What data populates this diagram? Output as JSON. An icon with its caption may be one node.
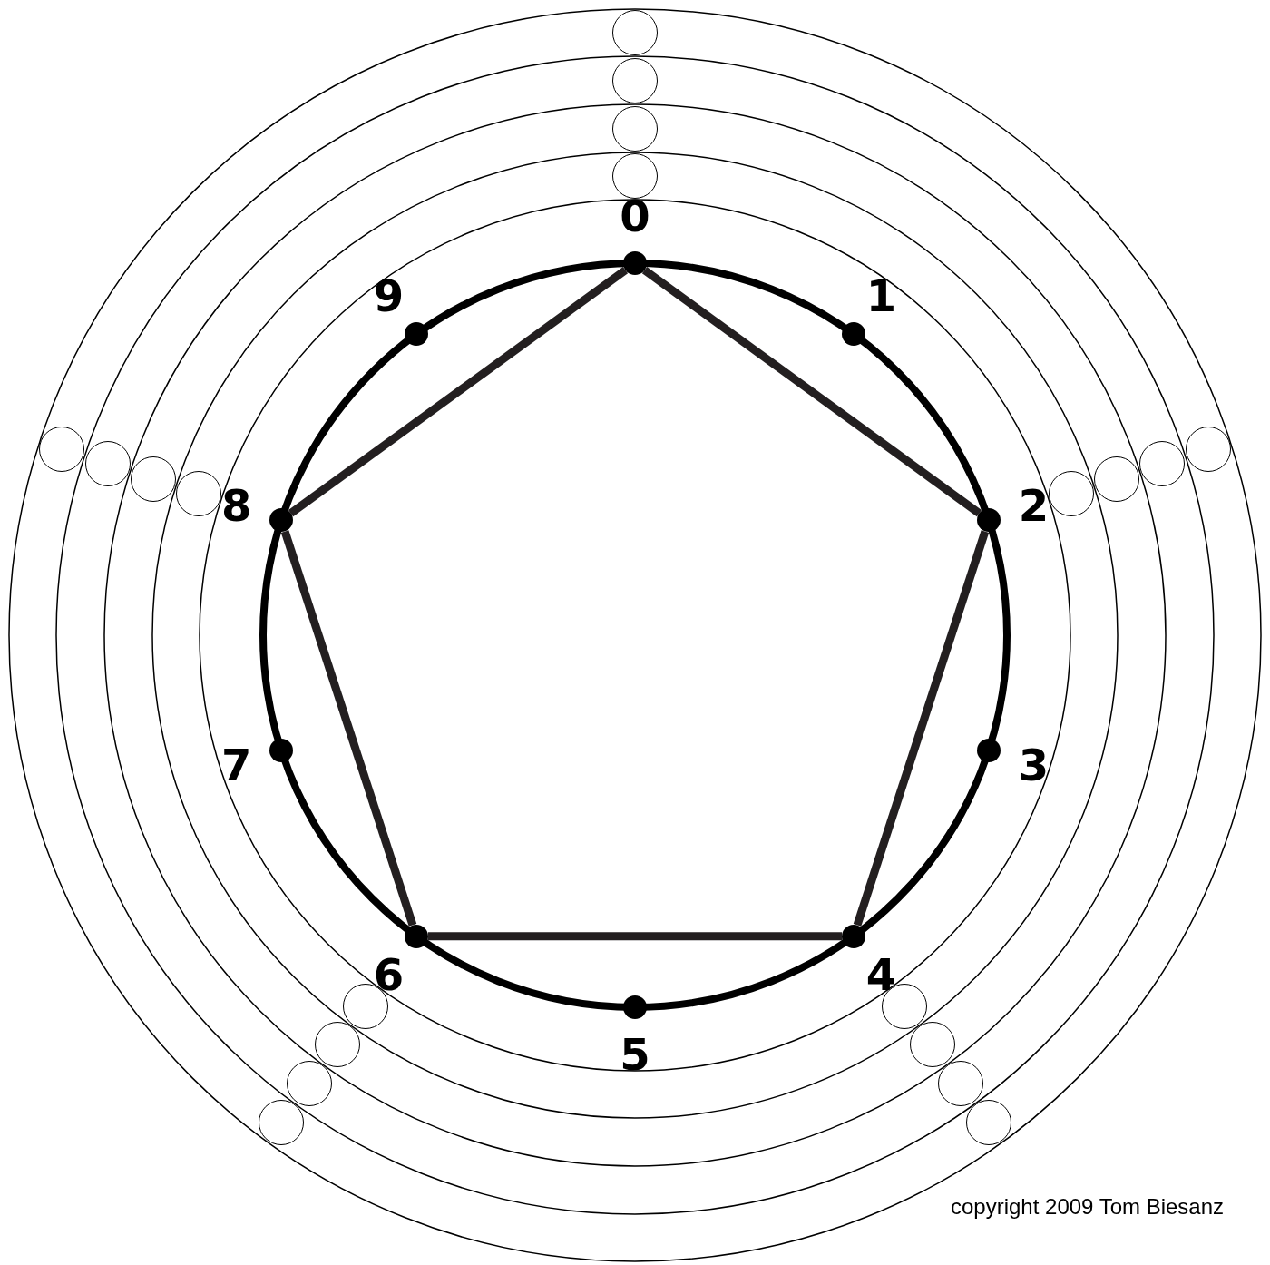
{
  "diagram": {
    "nodes": [
      {
        "text": [],
        "shape": "circle",
        "beside": [
          "0"
        ]
      },
      {
        "text": [],
        "shape": "circle",
        "beside": [
          "1"
        ]
      },
      {
        "text": [],
        "shape": "circle",
        "beside": [
          "2"
        ]
      },
      {
        "text": [],
        "shape": "circle",
        "beside": [
          "3"
        ]
      },
      {
        "text": [],
        "shape": "circle",
        "beside": [
          "4"
        ]
      },
      {
        "text": [],
        "shape": "circle",
        "beside": [
          "5"
        ]
      },
      {
        "text": [],
        "shape": "circle",
        "beside": [
          "6"
        ]
      },
      {
        "text": [],
        "shape": "circle",
        "beside": [
          "7"
        ]
      },
      {
        "text": [],
        "shape": "circle",
        "beside": [
          "8"
        ]
      },
      {
        "text": [],
        "shape": "circle",
        "beside": [
          "9"
        ]
      },
      {
        "text": [],
        "shape": "circle"
      },
      {
        "text": [],
        "shape": "circle"
      },
      {
        "text": [],
        "shape": "circle"
      },
      {
        "text": [],
        "shape": "circle"
      },
      {
        "text": [],
        "shape": "circle"
      },
      {
        "text": [],
        "shape": "circle"
      },
      {
        "text": [],
        "shape": "circle"
      },
      {
        "text": [],
        "shape": "circle"
      },
      {
        "text": [],
        "shape": "circle"
      },
      {
        "text": [],
        "shape": "circle"
      },
      {
        "text": [],
        "shape": "circle"
      },
      {
        "text": [],
        "shape": "circle"
      },
      {
        "text": [],
        "shape": "circle"
      },
      {
        "text": [],
        "shape": "circle"
      },
      {
        "text": [],
        "shape": "circle"
      },
      {
        "text": [],
        "shape": "circle"
      },
      {
        "text": [],
        "shape": "circle"
      },
      {
        "text": [],
        "shape": "circle"
      },
      {
        "text": [],
        "shape": "circle"
      },
      {
        "text": [],
        "shape": "circle"
      }
    ],
    "edges": [
      {
        "from": 0,
        "to": 2,
        "arrow": "none"
      },
      {
        "from": 2,
        "to": 4,
        "arrow": "none"
      },
      {
        "from": 4,
        "to": 6,
        "arrow": "none"
      },
      {
        "from": 6,
        "to": 8,
        "arrow": "none"
      },
      {
        "from": 8,
        "to": 0,
        "arrow": "none"
      }
    ],
    "labels": [
      "copyright 2009 Tom Biesanz"
    ]
  }
}
